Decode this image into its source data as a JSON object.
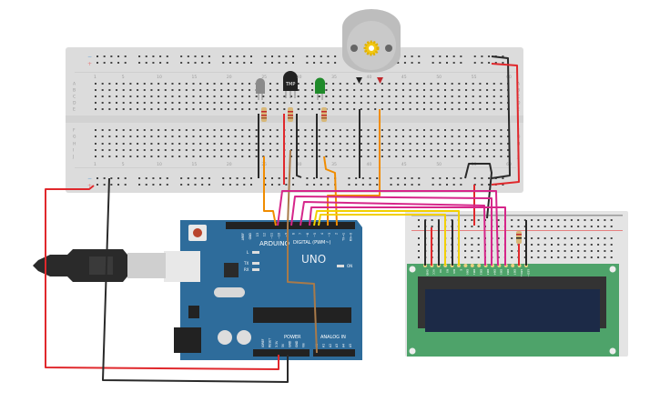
{
  "breadboard_main": {
    "column_numbers": [
      "1",
      "5",
      "10",
      "15",
      "20",
      "25",
      "30",
      "35",
      "40",
      "45",
      "50",
      "55",
      "60"
    ],
    "row_letters_top": [
      "A",
      "B",
      "C",
      "D",
      "E"
    ],
    "row_letters_bottom": [
      "F",
      "G",
      "H",
      "I",
      "J"
    ],
    "rail_minus": "−",
    "rail_plus": "+"
  },
  "components": {
    "temp_sensor_label": "TMP"
  },
  "arduino": {
    "brand": "ARDUINO",
    "model": "UNO",
    "digital_label": "DIGITAL (PWM~)",
    "power_label": "POWER",
    "analog_label": "ANALOG IN",
    "led_l": "L",
    "led_tx": "TX",
    "led_rx": "RX",
    "led_on": "ON",
    "digital_pins": [
      "AREF",
      "GND",
      "13",
      "12",
      "~11",
      "~10",
      "~9",
      "8",
      "7",
      "~6",
      "~5",
      "4",
      "~3",
      "2",
      "TX→1",
      "RX←0"
    ],
    "power_pins": [
      "IOREF",
      "RESET",
      "3.3V",
      "5V",
      "GND",
      "GND",
      "Vin"
    ],
    "analog_pins": [
      "A0",
      "A1",
      "A2",
      "A3",
      "A4",
      "A5"
    ]
  },
  "lcd": {
    "pins": [
      "GND",
      "VCC",
      "V0",
      "RS",
      "RW",
      "E",
      "DB0",
      "DB1",
      "DB2",
      "DB3",
      "DB4",
      "DB5",
      "DB6",
      "DB7",
      "LED+",
      "LED−"
    ]
  },
  "colors": {
    "breadboard": "#dcdcdc",
    "arduino": "#2e6c9b",
    "lcd_board": "#4ea36a",
    "lcd_screen": "#1c2a47",
    "wire_red": "#e0282c",
    "wire_black": "#2a2a2a",
    "wire_orange": "#f08c00",
    "wire_magenta": "#d6268a",
    "wire_yellow": "#f2d000",
    "wire_brown": "#a87a4a"
  }
}
